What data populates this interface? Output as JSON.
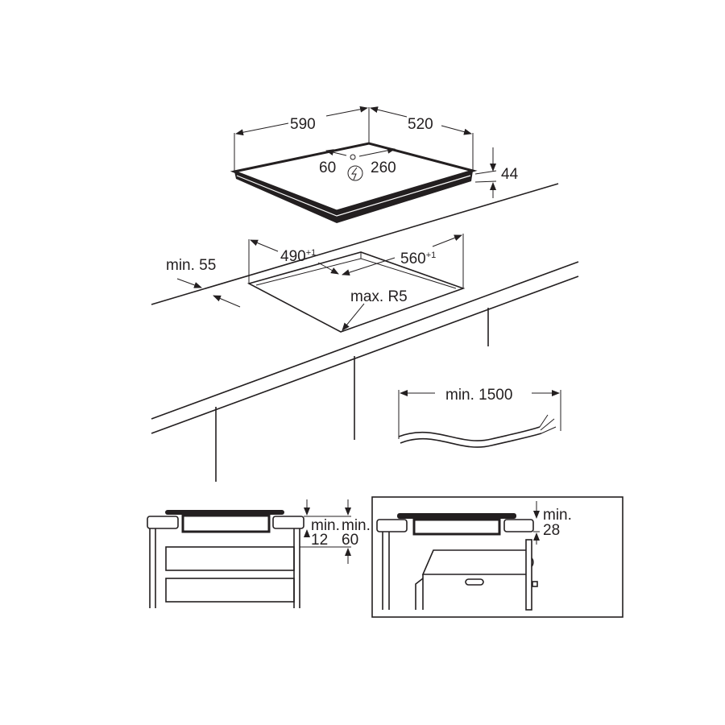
{
  "hob_dimensions": {
    "width": "590",
    "depth": "520",
    "height": "44",
    "connection_left": "60",
    "connection_right": "260"
  },
  "cutout": {
    "width": "490",
    "width_tol": "+1",
    "depth": "560",
    "depth_tol": "+1",
    "radius": "max. R5",
    "front_distance": "min. 55"
  },
  "cable": {
    "length": "min. 1500"
  },
  "side_view_drawers": {
    "min_label_a": "min.",
    "value_a": "12",
    "min_label_b": "min.",
    "value_b": "60"
  },
  "side_view_oven": {
    "min_label": "min.",
    "value": "28"
  },
  "colors": {
    "line": "#231f20",
    "background": "#ffffff"
  }
}
